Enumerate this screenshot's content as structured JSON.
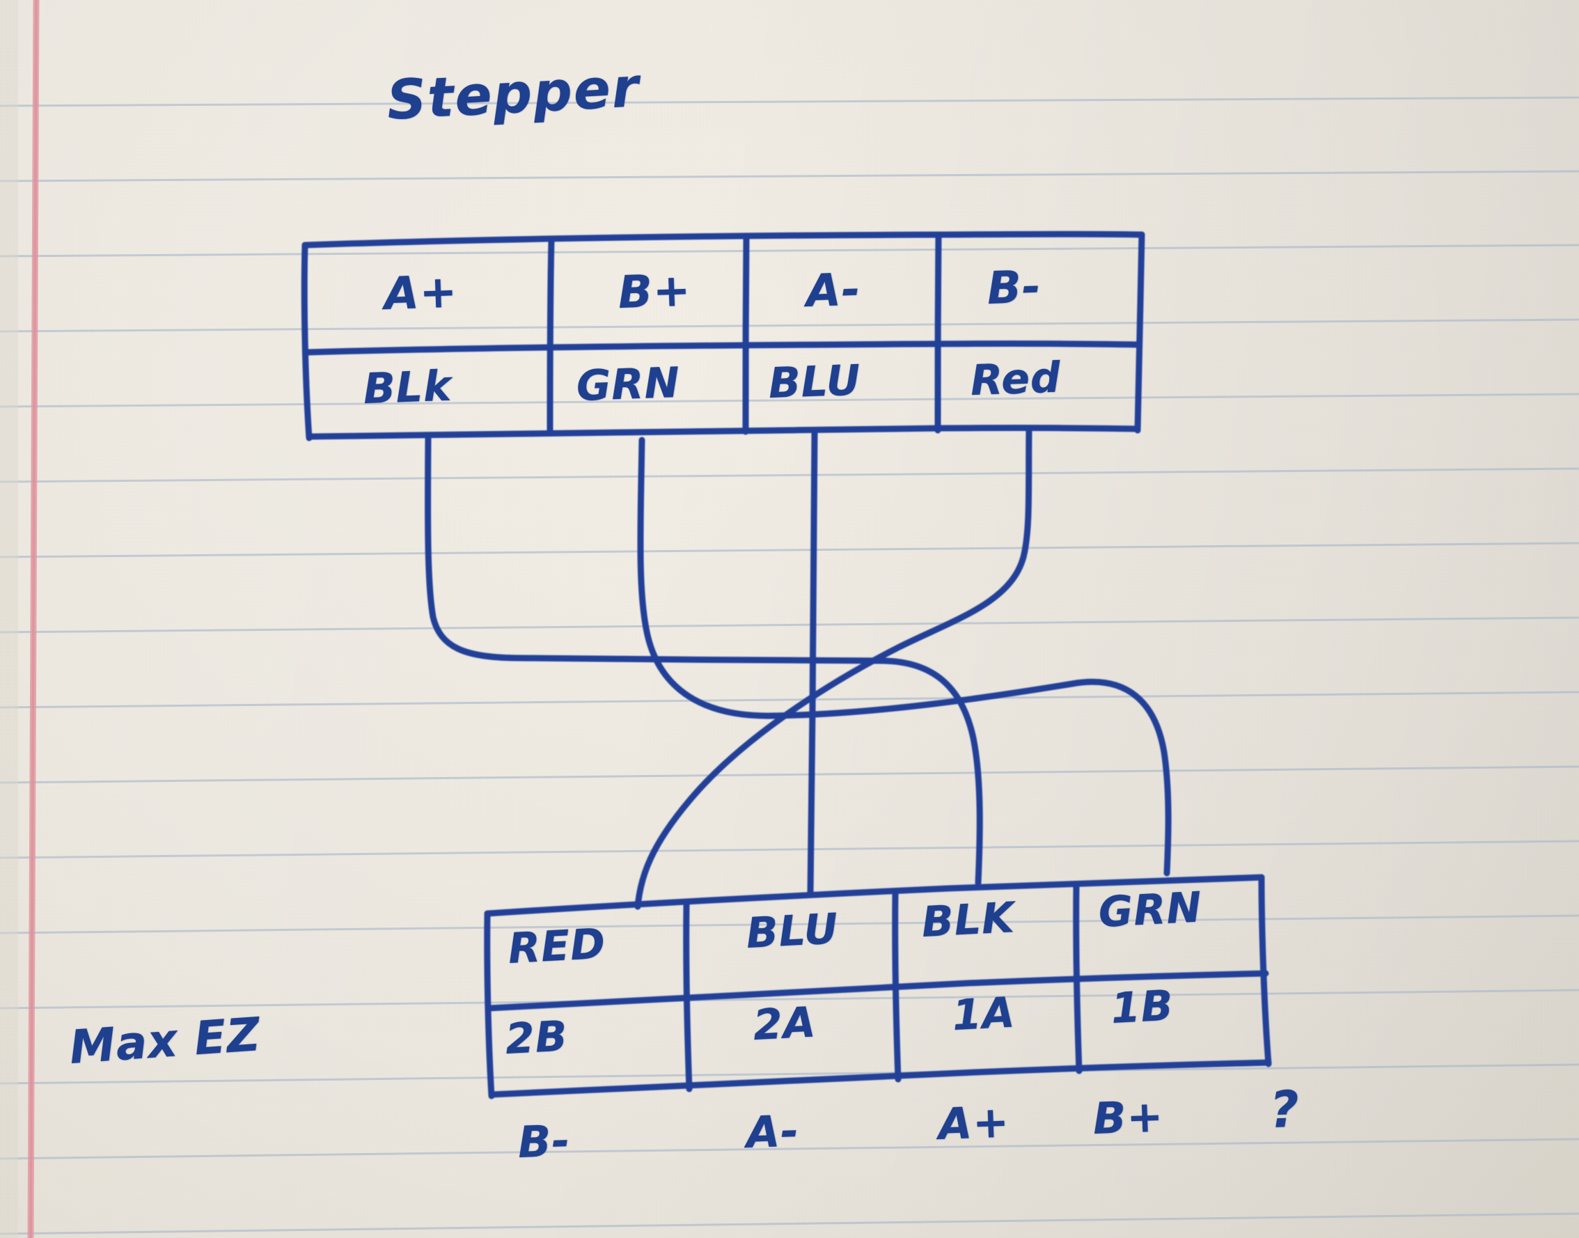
{
  "medium": "handwritten ink note on college-ruled paper",
  "ink_color": "#1f3f8f",
  "paper_color": "#ece8e0",
  "rule_color": "#a9b6c9",
  "margin_color": "#e39aa3",
  "title": "Stepper",
  "brand_note": "Max EZ",
  "question_mark": "?",
  "motor_table": {
    "caption": "Stepper",
    "headers": [
      "A+",
      "B+",
      "A-",
      "B-"
    ],
    "wire_colors": [
      "BLk",
      "GRN",
      "BLU",
      "Red"
    ]
  },
  "driver_table": {
    "wire_colors": [
      "RED",
      "BLU",
      "BLK",
      "GRN"
    ],
    "terminals": [
      "2B",
      "2A",
      "1A",
      "1B"
    ],
    "function_labels": [
      "B-",
      "A-",
      "A+",
      "B+"
    ]
  },
  "connections": [
    {
      "from_phase": "A+",
      "from_color": "BLk",
      "to_color": "BLK",
      "to_terminal": "1A"
    },
    {
      "from_phase": "B+",
      "from_color": "GRN",
      "to_color": "GRN",
      "to_terminal": "1B"
    },
    {
      "from_phase": "A-",
      "from_color": "BLU",
      "to_color": "BLU",
      "to_terminal": "2A"
    },
    {
      "from_phase": "B-",
      "from_color": "Red",
      "to_color": "RED",
      "to_terminal": "2B"
    }
  ]
}
